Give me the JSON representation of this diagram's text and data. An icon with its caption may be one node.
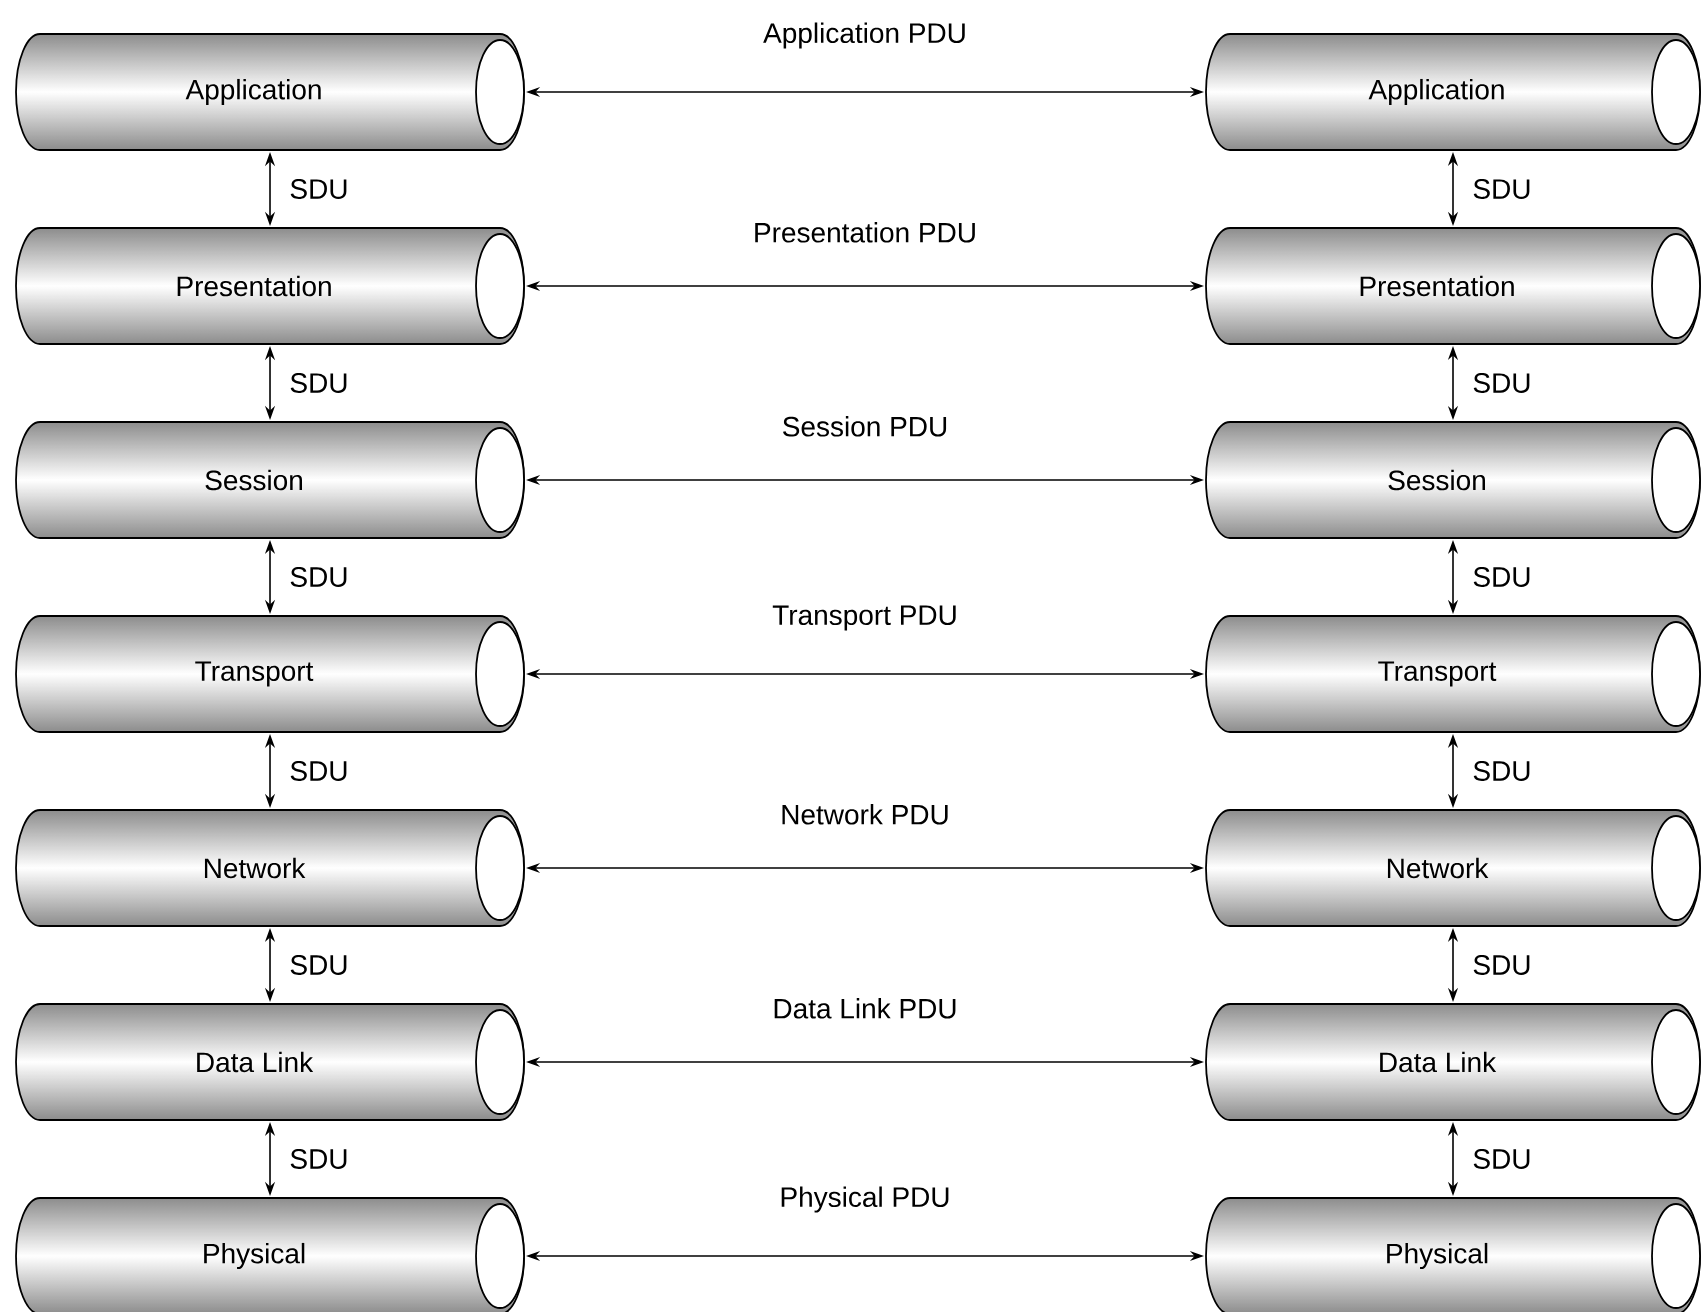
{
  "diagram": {
    "nodes": [
      {
        "text": [
          "Application"
        ]
      },
      {
        "text": [
          "Application"
        ]
      },
      {
        "text": [
          "Presentation"
        ]
      },
      {
        "text": [
          "Presentation"
        ]
      },
      {
        "text": [
          "Session"
        ]
      },
      {
        "text": [
          "Session"
        ]
      },
      {
        "text": [
          "Transport"
        ]
      },
      {
        "text": [
          "Transport"
        ]
      },
      {
        "text": [
          "Network"
        ]
      },
      {
        "text": [
          "Network"
        ]
      },
      {
        "text": [
          "Data Link"
        ]
      },
      {
        "text": [
          "Data Link"
        ]
      },
      {
        "text": [
          "Physical"
        ]
      },
      {
        "text": [
          "Physical"
        ]
      }
    ],
    "edges": [
      {
        "from": 0,
        "to": 1,
        "arrow": "both",
        "label": "Application PDU"
      },
      {
        "from": 0,
        "to": 2,
        "arrow": "both",
        "label": "SDU"
      },
      {
        "from": 1,
        "to": 3,
        "arrow": "both",
        "label": "SDU"
      },
      {
        "from": 2,
        "to": 3,
        "arrow": "both",
        "label": "Presentation PDU"
      },
      {
        "from": 2,
        "to": 4,
        "arrow": "both",
        "label": "SDU"
      },
      {
        "from": 3,
        "to": 5,
        "arrow": "both",
        "label": "SDU"
      },
      {
        "from": 4,
        "to": 5,
        "arrow": "both",
        "label": "Session PDU"
      },
      {
        "from": 4,
        "to": 6,
        "arrow": "both",
        "label": "SDU"
      },
      {
        "from": 5,
        "to": 7,
        "arrow": "both",
        "label": "SDU"
      },
      {
        "from": 6,
        "to": 7,
        "arrow": "both",
        "label": "Transport PDU"
      },
      {
        "from": 6,
        "to": 8,
        "arrow": "both",
        "label": "SDU"
      },
      {
        "from": 7,
        "to": 9,
        "arrow": "both",
        "label": "SDU"
      },
      {
        "from": 8,
        "to": 9,
        "arrow": "both",
        "label": "Network PDU"
      },
      {
        "from": 8,
        "to": 10,
        "arrow": "both",
        "label": "SDU"
      },
      {
        "from": 9,
        "to": 11,
        "arrow": "both",
        "label": "SDU"
      },
      {
        "from": 10,
        "to": 11,
        "arrow": "both",
        "label": "Data Link PDU"
      },
      {
        "from": 10,
        "to": 12,
        "arrow": "both",
        "label": "SDU"
      },
      {
        "from": 11,
        "to": 13,
        "arrow": "both",
        "label": "SDU"
      },
      {
        "from": 12,
        "to": 13,
        "arrow": "both",
        "label": "Physical PDU"
      }
    ]
  }
}
